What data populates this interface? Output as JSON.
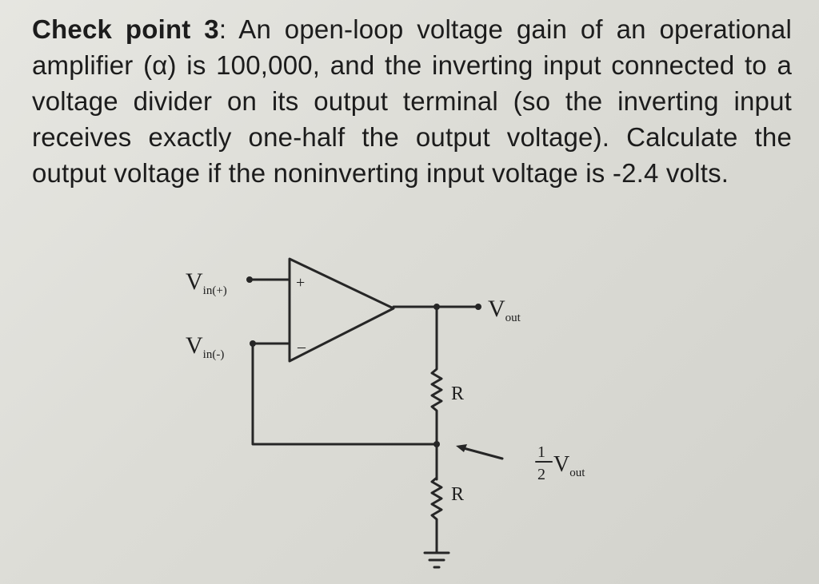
{
  "problem": {
    "heading": "Check point 3",
    "separator": ":",
    "body": "An open-loop voltage gain of an operational amplifier (α) is 100,000, and the inverting input connected to a voltage divider on its output terminal (so the inverting input receives exactly one-half the output voltage). Calculate the output voltage if the noninverting input voltage is -2.4 volts."
  },
  "circuit": {
    "vin_plus": {
      "symbol": "V",
      "subscript": "in(+)"
    },
    "vin_minus": {
      "symbol": "V",
      "subscript": "in(-)"
    },
    "plus_sign": "+",
    "minus_sign": "–",
    "vout": {
      "symbol": "V",
      "subscript": "out"
    },
    "resistor_top": "R",
    "resistor_bottom": "R",
    "half_label": {
      "numerator": "1",
      "denominator": "2",
      "symbol": "V",
      "subscript": "out"
    }
  }
}
